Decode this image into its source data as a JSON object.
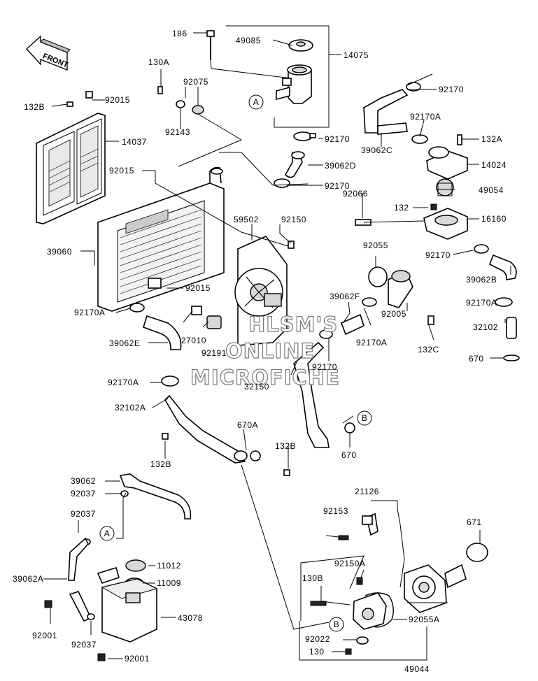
{
  "front_arrow": {
    "label": "FRONT"
  },
  "watermark": {
    "lines": [
      "HLSM'S",
      "ONLINE",
      "MICROFICHE"
    ]
  },
  "callouts": [
    "A",
    "B"
  ],
  "parts": {
    "p186": "186",
    "p49085": "49085",
    "p14075": "14075",
    "p130A": "130A",
    "p92075": "92075",
    "p92015_top": "92015",
    "p132B_top": "132B",
    "p14037": "14037",
    "p92143": "92143",
    "p92170_a": "92170",
    "p92170A_a": "92170A",
    "p132A": "132A",
    "p39062C": "39062C",
    "p14024": "14024",
    "p92170_b": "92170",
    "p39062D": "39062D",
    "p92015_mid": "92015",
    "p92170_c": "92170",
    "p92066": "92066",
    "p49054": "49054",
    "p132": "132",
    "p16160": "16160",
    "p59502": "59502",
    "p92150": "92150",
    "p39060": "39060",
    "p92055": "92055",
    "p92170_d": "92170",
    "p39062B": "39062B",
    "p92015_low": "92015",
    "p39062F": "39062F",
    "p92170A_b": "92170A",
    "p92170A_c": "92170A",
    "p92005": "92005",
    "p32102": "32102",
    "p27010": "27010",
    "p92191": "92191",
    "p92170A_d": "92170A",
    "p132C": "132C",
    "p39062E": "39062E",
    "p92170_e": "92170",
    "p670_a": "670",
    "p32150": "32150",
    "p92170A_e": "92170A",
    "p32102A": "32102A",
    "p670A": "670A",
    "p132B_mid": "132B",
    "p132B_low": "132B",
    "p670_b": "670",
    "p39062": "39062",
    "p92037_a": "92037",
    "p21126": "21126",
    "p92037_b": "92037",
    "p92153": "92153",
    "p671": "671",
    "p11012": "11012",
    "p39062A": "39062A",
    "p11009": "11009",
    "p92150A": "92150A",
    "p130B": "130B",
    "p43078": "43078",
    "p92055A": "92055A",
    "p92001_a": "92001",
    "p92022": "92022",
    "p92037_c": "92037",
    "p130": "130",
    "p92001_b": "92001",
    "p49044": "49044"
  }
}
